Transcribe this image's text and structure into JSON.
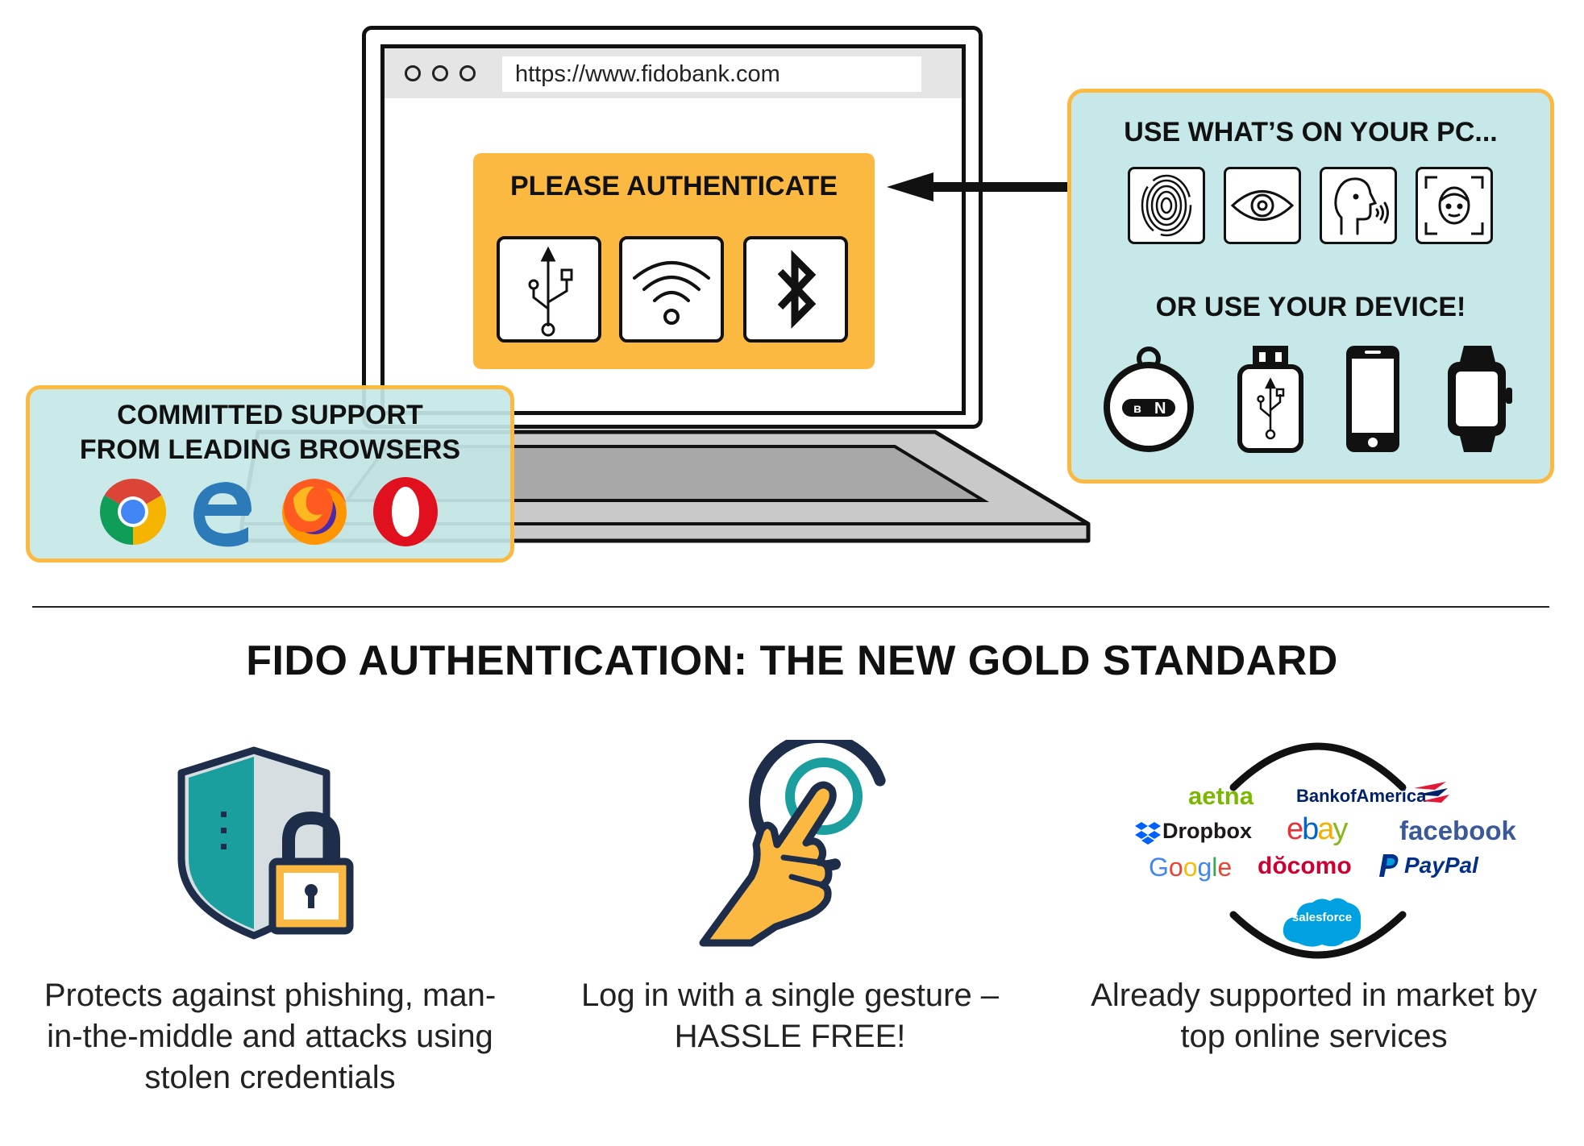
{
  "browser": {
    "url": "https://www.fidobank.com"
  },
  "auth_prompt": {
    "title": "PLEASE AUTHENTICATE",
    "methods": [
      "usb-icon",
      "wifi-icon",
      "bluetooth-icon"
    ]
  },
  "pc_panel": {
    "title": "USE WHAT’S ON YOUR PC...",
    "biometrics": [
      "fingerprint-icon",
      "eye-icon",
      "voice-icon",
      "face-scan-icon"
    ],
    "device_title": "OR USE YOUR DEVICE!",
    "devices": [
      "key-fob-icon",
      "usb-key-icon",
      "smartphone-icon",
      "smartwatch-icon"
    ],
    "fob_labels": {
      "bt": "ʙ",
      "nfc": "N"
    }
  },
  "browsers_panel": {
    "title_line1": "COMMITTED SUPPORT",
    "title_line2": "FROM LEADING BROWSERS",
    "browsers": [
      "chrome-icon",
      "edge-icon",
      "firefox-icon",
      "opera-icon"
    ]
  },
  "main": {
    "title": "FIDO AUTHENTICATION: THE NEW GOLD STANDARD"
  },
  "features": [
    {
      "icon": "shield-lock-icon",
      "caption": "Protects against phishing, man-in-the-middle and attacks using stolen credentials"
    },
    {
      "icon": "touch-gesture-icon",
      "caption": "Log in with a single gesture – HASSLE FREE!"
    },
    {
      "icon": "service-logos-icon",
      "caption": "Already supported in market by top online services"
    }
  ],
  "services": {
    "aetna": "aetna",
    "bofa": "BankofAmerica",
    "dropbox": "Dropbox",
    "ebay_e": "e",
    "ebay_b": "b",
    "ebay_a": "a",
    "ebay_y": "y",
    "facebook": "facebook",
    "google_1": "G",
    "google_2": "o",
    "google_3": "o",
    "google_4": "g",
    "google_5": "l",
    "google_6": "e",
    "docomo": "dŏcomo",
    "paypal": "PayPal",
    "salesforce": "salesforce"
  },
  "colors": {
    "accent_orange": "#fcb941",
    "panel_teal": "#c6e8e8",
    "shield_teal": "#1a9e9e",
    "ink": "#111111"
  }
}
